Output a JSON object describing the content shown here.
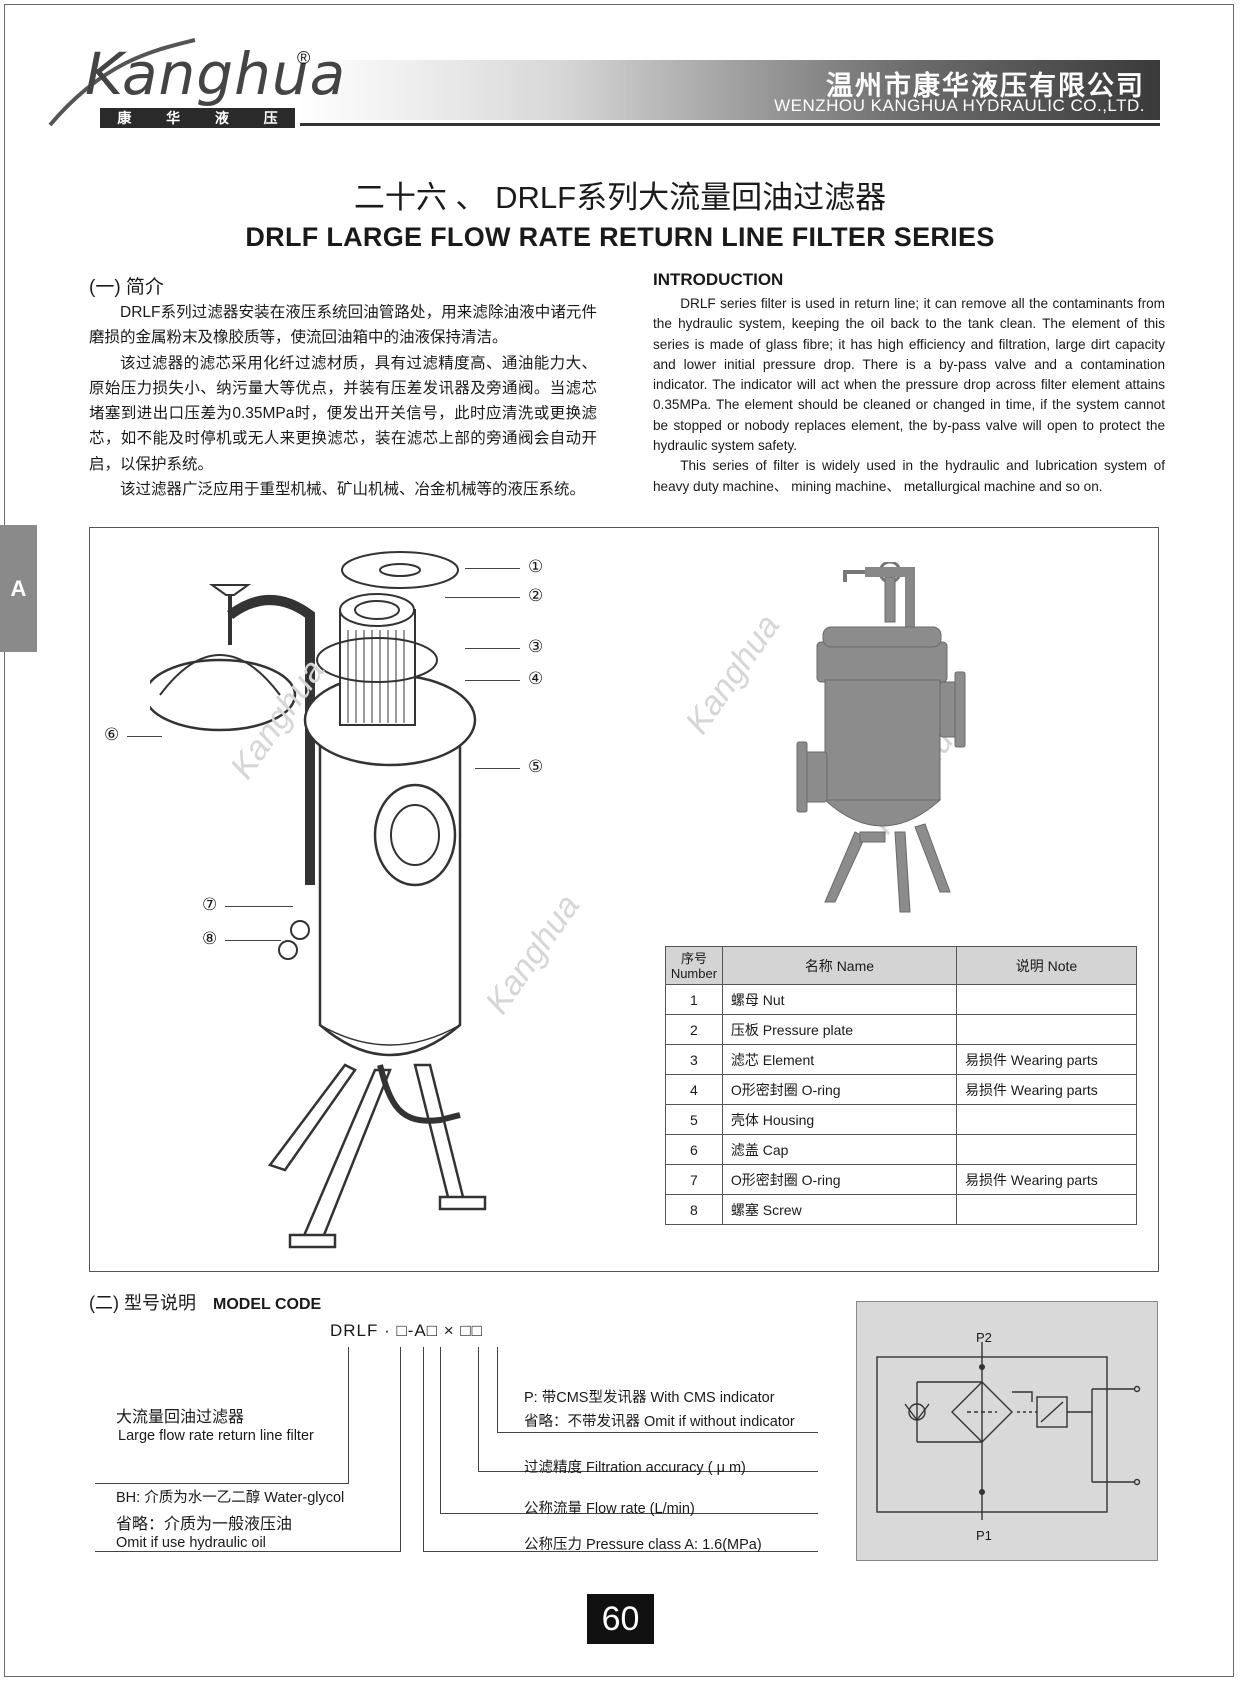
{
  "header": {
    "logo_text": "Kanghua",
    "logo_registered": "®",
    "logo_bar": [
      "康",
      "华",
      "液",
      "压"
    ],
    "company_cn": "温州市康华液压有限公司",
    "company_en": "WENZHOU KANGHUA HYDRAULIC CO.,LTD."
  },
  "side_tab": "A",
  "title": {
    "cn": "二十六 、 DRLF系列大流量回油过滤器",
    "en": "DRLF  LARGE FLOW RATE RETURN LINE FILTER SERIES"
  },
  "intro_cn": {
    "heading": "(一) 简介",
    "p1": "DRLF系列过滤器安装在液压系统回油管路处，用来滤除油液中诸元件磨损的金属粉末及橡胶质等，使流回油箱中的油液保持清洁。",
    "p2": "该过滤器的滤芯采用化纤过滤材质，具有过滤精度高、通油能力大、原始压力损失小、纳污量大等优点，并装有压差发讯器及旁通阀。当滤芯堵塞到进出口压差为0.35MPa时，便发出开关信号，此时应清洗或更换滤芯，如不能及时停机或无人来更换滤芯，装在滤芯上部的旁通阀会自动开启，以保护系统。",
    "p3": "该过滤器广泛应用于重型机械、矿山机械、冶金机械等的液压系统。"
  },
  "intro_en": {
    "heading": "INTRODUCTION",
    "p1": "DRLF series filter is used in return line; it can remove all the contaminants from the hydraulic system, keeping the oil back to the tank clean. The element of this series is made of glass fibre; it has high efficiency and filtration, large dirt capacity and lower initial pressure drop. There is a by-pass valve and a contamination indicator. The indicator will act when the pressure drop across filter element attains 0.35MPa. The element should be cleaned or changed in time, if the system cannot be stopped or nobody replaces element, the by-pass valve will open to protect the hydraulic system safety.",
    "p2": "This series of filter is widely used in the hydraulic and lubrication system of heavy duty machine、 mining machine、 metallurgical machine and so on."
  },
  "callouts": [
    "①",
    "②",
    "③",
    "④",
    "⑤",
    "⑥",
    "⑦",
    "⑧"
  ],
  "watermark": "Kanghua",
  "parts_table": {
    "headers": {
      "number": "序号\nNumber",
      "name": "名称  Name",
      "note": "说明  Note"
    },
    "rows": [
      {
        "no": "1",
        "name": "螺母   Nut",
        "note": ""
      },
      {
        "no": "2",
        "name": "压板   Pressure plate",
        "note": ""
      },
      {
        "no": "3",
        "name": "滤芯  Element",
        "note": "易损件  Wearing parts"
      },
      {
        "no": "4",
        "name": "O形密封圈   O-ring",
        "note": "易损件  Wearing parts"
      },
      {
        "no": "5",
        "name": "壳体   Housing",
        "note": ""
      },
      {
        "no": "6",
        "name": "滤盖   Cap",
        "note": ""
      },
      {
        "no": "7",
        "name": "O形密封圈   O-ring",
        "note": "易损件  Wearing parts"
      },
      {
        "no": "8",
        "name": "螺塞    Screw",
        "note": ""
      }
    ]
  },
  "model_code": {
    "heading_cn": "(二) 型号说明",
    "heading_en": "MODEL CODE",
    "code": "DRLF · □-A□ × □□",
    "left1_cn": "大流量回油过滤器",
    "left1_en": "Large flow rate return line filter",
    "left2_line1": "BH: 介质为水一乙二醇   Water-glycol",
    "left2_line2": "省略：介质为一般液压油",
    "left2_line3": "Omit if use hydraulic oil",
    "right_p_line1": "P: 带CMS型发讯器 With CMS indicator",
    "right_p_line2": "省略：不带发讯器  Omit if without indicator",
    "accuracy": "过滤精度  Filtration accuracy ( μ m)",
    "flow": "公称流量  Flow rate (L/min)",
    "pressure": "公称压力 Pressure class A: 1.6(MPa)"
  },
  "schematic": {
    "p2": "P2",
    "p1": "P1"
  },
  "page_number": "60"
}
